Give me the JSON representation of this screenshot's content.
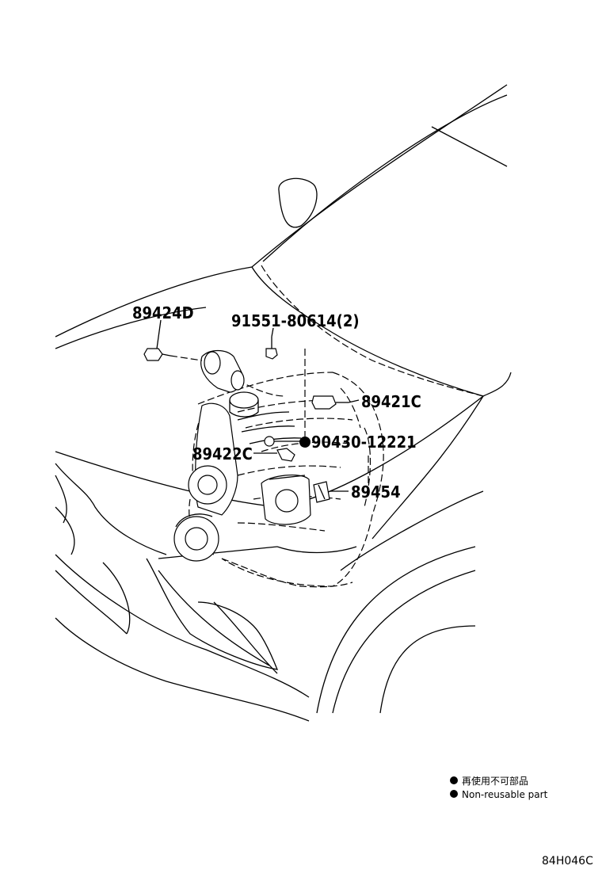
{
  "parts": [
    {
      "number": "89424D"
    },
    {
      "number": "91551-80614(2)"
    },
    {
      "number": "89421C"
    },
    {
      "number": "90430-12221",
      "non_reusable": true
    },
    {
      "number": "89422C"
    },
    {
      "number": "89454"
    }
  ],
  "legend": {
    "jp": "再使用不可部品",
    "en": "Non-reusable part"
  },
  "illustration_code": "84H046C"
}
